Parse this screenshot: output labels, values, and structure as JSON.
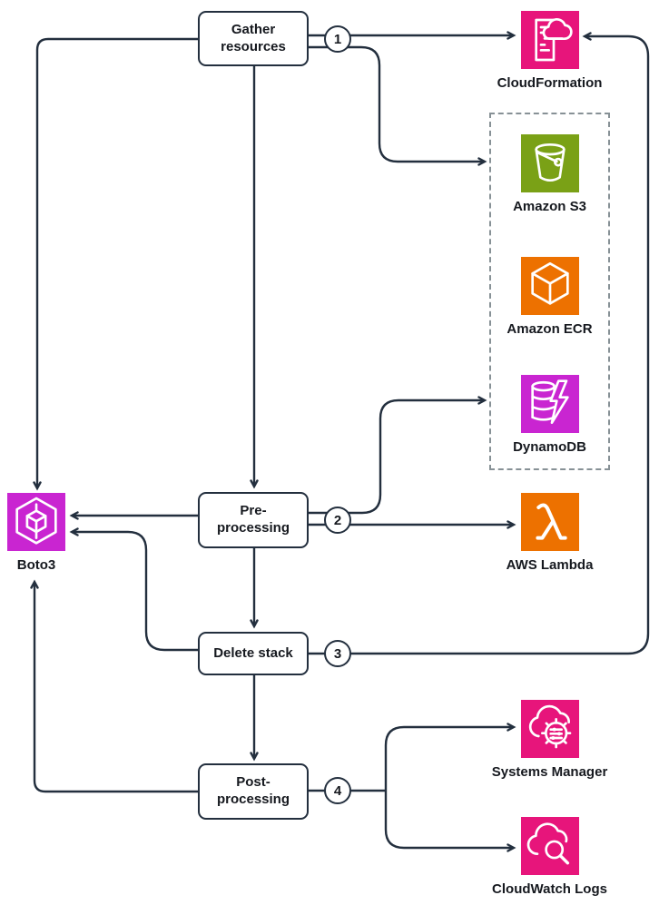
{
  "diagram": {
    "tasks": [
      {
        "label": "Gather\nresources",
        "badge": "1"
      },
      {
        "label": "Pre-\nprocessing",
        "badge": "2"
      },
      {
        "label": "Delete stack",
        "badge": "3"
      },
      {
        "label": "Post-\nprocessing",
        "badge": "4"
      }
    ],
    "services": [
      {
        "name": "CloudFormation",
        "color": "#E7157B"
      },
      {
        "name": "Amazon S3",
        "color": "#7AA116"
      },
      {
        "name": "Amazon ECR",
        "color": "#ED7100"
      },
      {
        "name": "DynamoDB",
        "color": "#C925D1"
      },
      {
        "name": "AWS Lambda",
        "color": "#ED7100"
      },
      {
        "name": "Systems Manager",
        "color": "#E7157B"
      },
      {
        "name": "CloudWatch Logs",
        "color": "#E7157B"
      },
      {
        "name": "Boto3",
        "color": "#C925D1"
      }
    ],
    "colors": {
      "line": "#232F3E",
      "dashed_group_border": "#879196",
      "background": "#FFFFFF"
    }
  }
}
